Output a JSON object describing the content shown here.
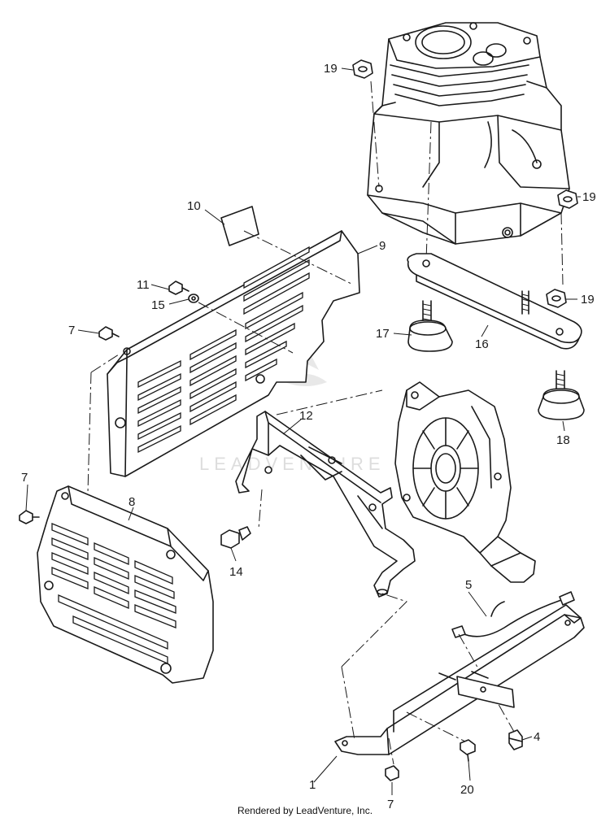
{
  "callouts": [
    {
      "id": "c19a",
      "label": "19"
    },
    {
      "id": "c19b",
      "label": "19"
    },
    {
      "id": "c19c",
      "label": "19"
    },
    {
      "id": "c10",
      "label": "10"
    },
    {
      "id": "c9",
      "label": "9"
    },
    {
      "id": "c11",
      "label": "11"
    },
    {
      "id": "c15",
      "label": "15"
    },
    {
      "id": "c7a",
      "label": "7"
    },
    {
      "id": "c17",
      "label": "17"
    },
    {
      "id": "c16",
      "label": "16"
    },
    {
      "id": "c18",
      "label": "18"
    },
    {
      "id": "c12",
      "label": "12"
    },
    {
      "id": "c7b",
      "label": "7"
    },
    {
      "id": "c8",
      "label": "8"
    },
    {
      "id": "c14",
      "label": "14"
    },
    {
      "id": "c5",
      "label": "5"
    },
    {
      "id": "c4",
      "label": "4"
    },
    {
      "id": "c1",
      "label": "1"
    },
    {
      "id": "c20",
      "label": "20"
    },
    {
      "id": "c7c",
      "label": "7"
    }
  ],
  "watermark": "LEADVENTURE",
  "footer": "Rendered by LeadVenture, Inc."
}
